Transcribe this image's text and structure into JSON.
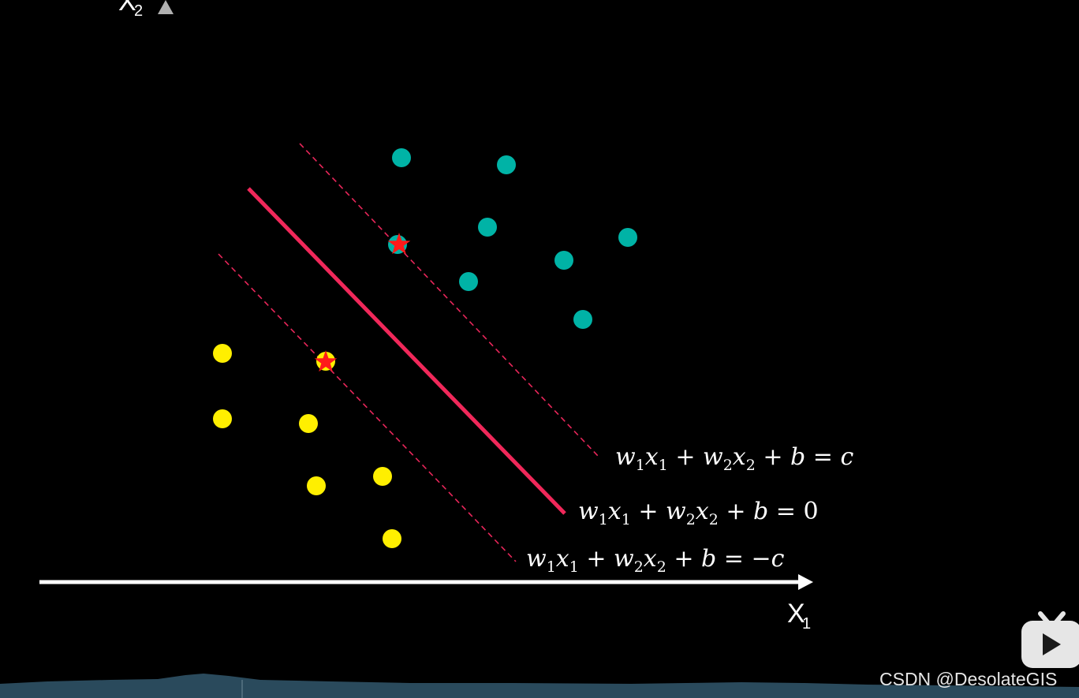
{
  "axes": {
    "x_label": "X",
    "x_sub": "1",
    "y_label": "X",
    "y_sub": "2"
  },
  "equations": {
    "upper": {
      "w1": "w",
      "s1": "1",
      "x1": "x",
      "s2": "1",
      "plus1": " + ",
      "w2": "w",
      "s3": "2",
      "x2": "x",
      "s4": "2",
      "plus2": " + ",
      "b": "b",
      "eq": " = ",
      "rhs": "c"
    },
    "middle": {
      "w1": "w",
      "s1": "1",
      "x1": "x",
      "s2": "1",
      "plus1": " + ",
      "w2": "w",
      "s3": "2",
      "x2": "x",
      "s4": "2",
      "plus2": " + ",
      "b": "b",
      "eq": " = ",
      "rhs": "0"
    },
    "lower": {
      "w1": "w",
      "s1": "1",
      "x1": "x",
      "s2": "1",
      "plus1": " + ",
      "w2": "w",
      "s3": "2",
      "x2": "x",
      "s4": "2",
      "plus2": " + ",
      "b": "b",
      "eq": " = ",
      "rhs": "−c"
    }
  },
  "watermark": "CSDN @DesolateGIS",
  "colors": {
    "background": "#000000",
    "axis": "#ffffff",
    "hyperplane": "#f0285a",
    "margin": "#e8265a",
    "class_a": "#00b3a6",
    "class_b": "#ffef00",
    "support_star": "#ff1a1a",
    "bottom_band": "#2a4a5c"
  },
  "icons": {
    "logo": "bilibili-tv-icon"
  }
}
